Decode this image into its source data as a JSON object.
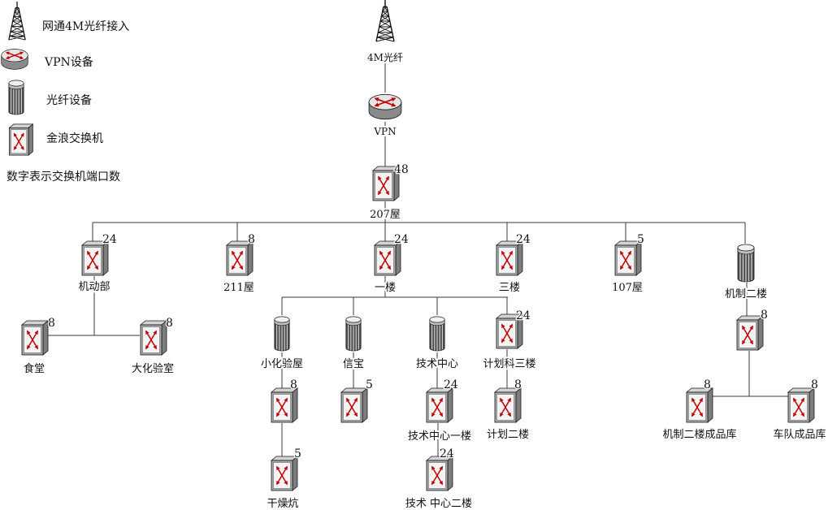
{
  "legend": {
    "items": [
      {
        "icon": "tower-icon",
        "label": "网通4M光纤接入"
      },
      {
        "icon": "router-icon",
        "label": "VPN设备"
      },
      {
        "icon": "fiber-icon",
        "label": "光纤设备"
      },
      {
        "icon": "switch-icon",
        "label": "金浪交换机"
      }
    ],
    "note": "数字表示交换机端口数"
  },
  "colors": {
    "arrow": "#c00000",
    "line": "#3a3a3a"
  },
  "nodes": {
    "uplink": {
      "icon": "tower-icon",
      "label": "4M光纤"
    },
    "vpn": {
      "icon": "router-icon",
      "label": "VPN"
    },
    "core": {
      "icon": "switch-icon",
      "label": "207屋",
      "ports": 48
    },
    "jidongbu": {
      "icon": "switch-icon",
      "label": "机动部",
      "ports": 24
    },
    "room211": {
      "icon": "switch-icon",
      "label": "211屋",
      "ports": 8
    },
    "yilou": {
      "icon": "switch-icon",
      "label": "一楼",
      "ports": 24
    },
    "sanlou": {
      "icon": "switch-icon",
      "label": "三楼",
      "ports": 24
    },
    "room107": {
      "icon": "switch-icon",
      "label": "107屋",
      "ports": 5
    },
    "jizhi_erlou": {
      "icon": "fiber-icon",
      "label": "机制二楼"
    },
    "jizhi_erlou_switch": {
      "icon": "switch-icon",
      "ports": 8
    },
    "shitang": {
      "icon": "switch-icon",
      "label": "食堂",
      "ports": 8
    },
    "dahuayanshi": {
      "icon": "switch-icon",
      "label": "大化验室",
      "ports": 8
    },
    "xiaohuayanwu": {
      "icon": "fiber-icon",
      "label": "小化验屋"
    },
    "xiaohuayanwu_switch": {
      "icon": "switch-icon",
      "ports": 8
    },
    "ganzaokang": {
      "icon": "switch-icon",
      "label": "干燥炕",
      "ports": 5
    },
    "xinbao": {
      "icon": "fiber-icon",
      "label": "信宝"
    },
    "xinbao_switch": {
      "icon": "switch-icon",
      "ports": 5
    },
    "jishuzhongxin": {
      "icon": "fiber-icon",
      "label": "技术中心"
    },
    "jishuzhongxin_1f": {
      "icon": "switch-icon",
      "label": "技术中心一楼",
      "ports": 24
    },
    "jishuzhongxin_2f": {
      "icon": "switch-icon",
      "label": "技术 中心二楼",
      "ports": 24
    },
    "jihuake_3f": {
      "icon": "switch-icon",
      "label": "计划科三楼",
      "ports": 24
    },
    "jihua_2f": {
      "icon": "switch-icon",
      "label": "计划二楼",
      "ports": 8
    },
    "jizhi_erlou_kufang": {
      "icon": "switch-icon",
      "label": "机制二楼成品库",
      "ports": 8
    },
    "chedui_kufang": {
      "icon": "switch-icon",
      "label": "车队成品库",
      "ports": 8
    }
  }
}
